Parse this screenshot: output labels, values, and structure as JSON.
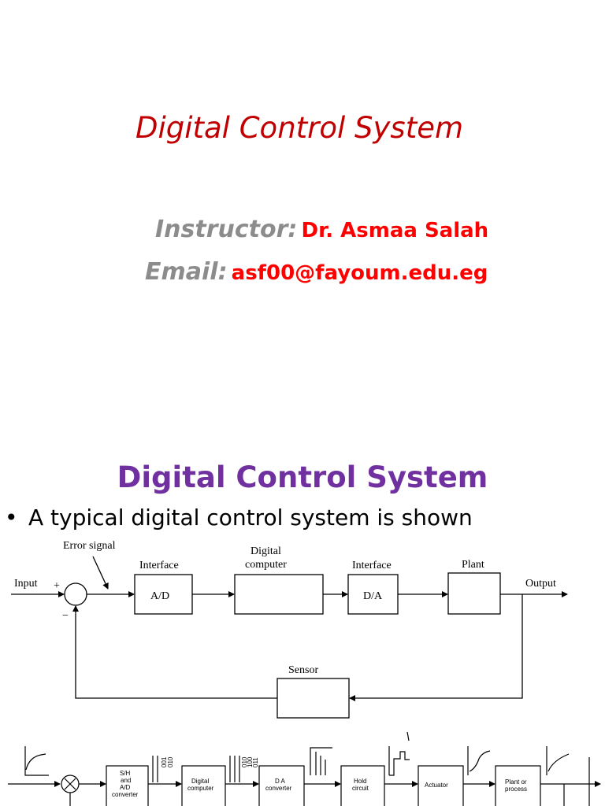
{
  "slide1": {
    "title": "Digital Control System",
    "instructor_label": "Instructor:",
    "instructor_name": "Dr. Asmaa Salah",
    "email_label": "Email:",
    "email_value": "asf00@fayoum.edu.eg"
  },
  "slide2": {
    "title": "Digital Control System",
    "bullet": "A typical digital control system is shown"
  },
  "diagram1": {
    "error_signal": "Error signal",
    "input": "Input",
    "plus": "+",
    "minus": "−",
    "interface_ad_label": "Interface",
    "ad_block": "A/D",
    "digital_computer_l1": "Digital",
    "digital_computer_l2": "computer",
    "interface_da_label": "Interface",
    "da_block": "D/A",
    "plant_label": "Plant",
    "output": "Output",
    "sensor": "Sensor"
  },
  "diagram2": {
    "sh_l1": "S/H",
    "sh_l2": "and",
    "sh_l3": "A/D",
    "sh_l4": "converter",
    "dc_l1": "Digital",
    "dc_l2": "computer",
    "da_l1": "D A",
    "da_l2": "converter",
    "hold_l1": "Hold",
    "hold_l2": "circuit",
    "actuator": "Actuator",
    "plant_l1": "Plant or",
    "plant_l2": "process",
    "code1_a": "001",
    "code1_b": "010",
    "code2_a": "010",
    "code2_b": "100",
    "code2_c": "011"
  }
}
